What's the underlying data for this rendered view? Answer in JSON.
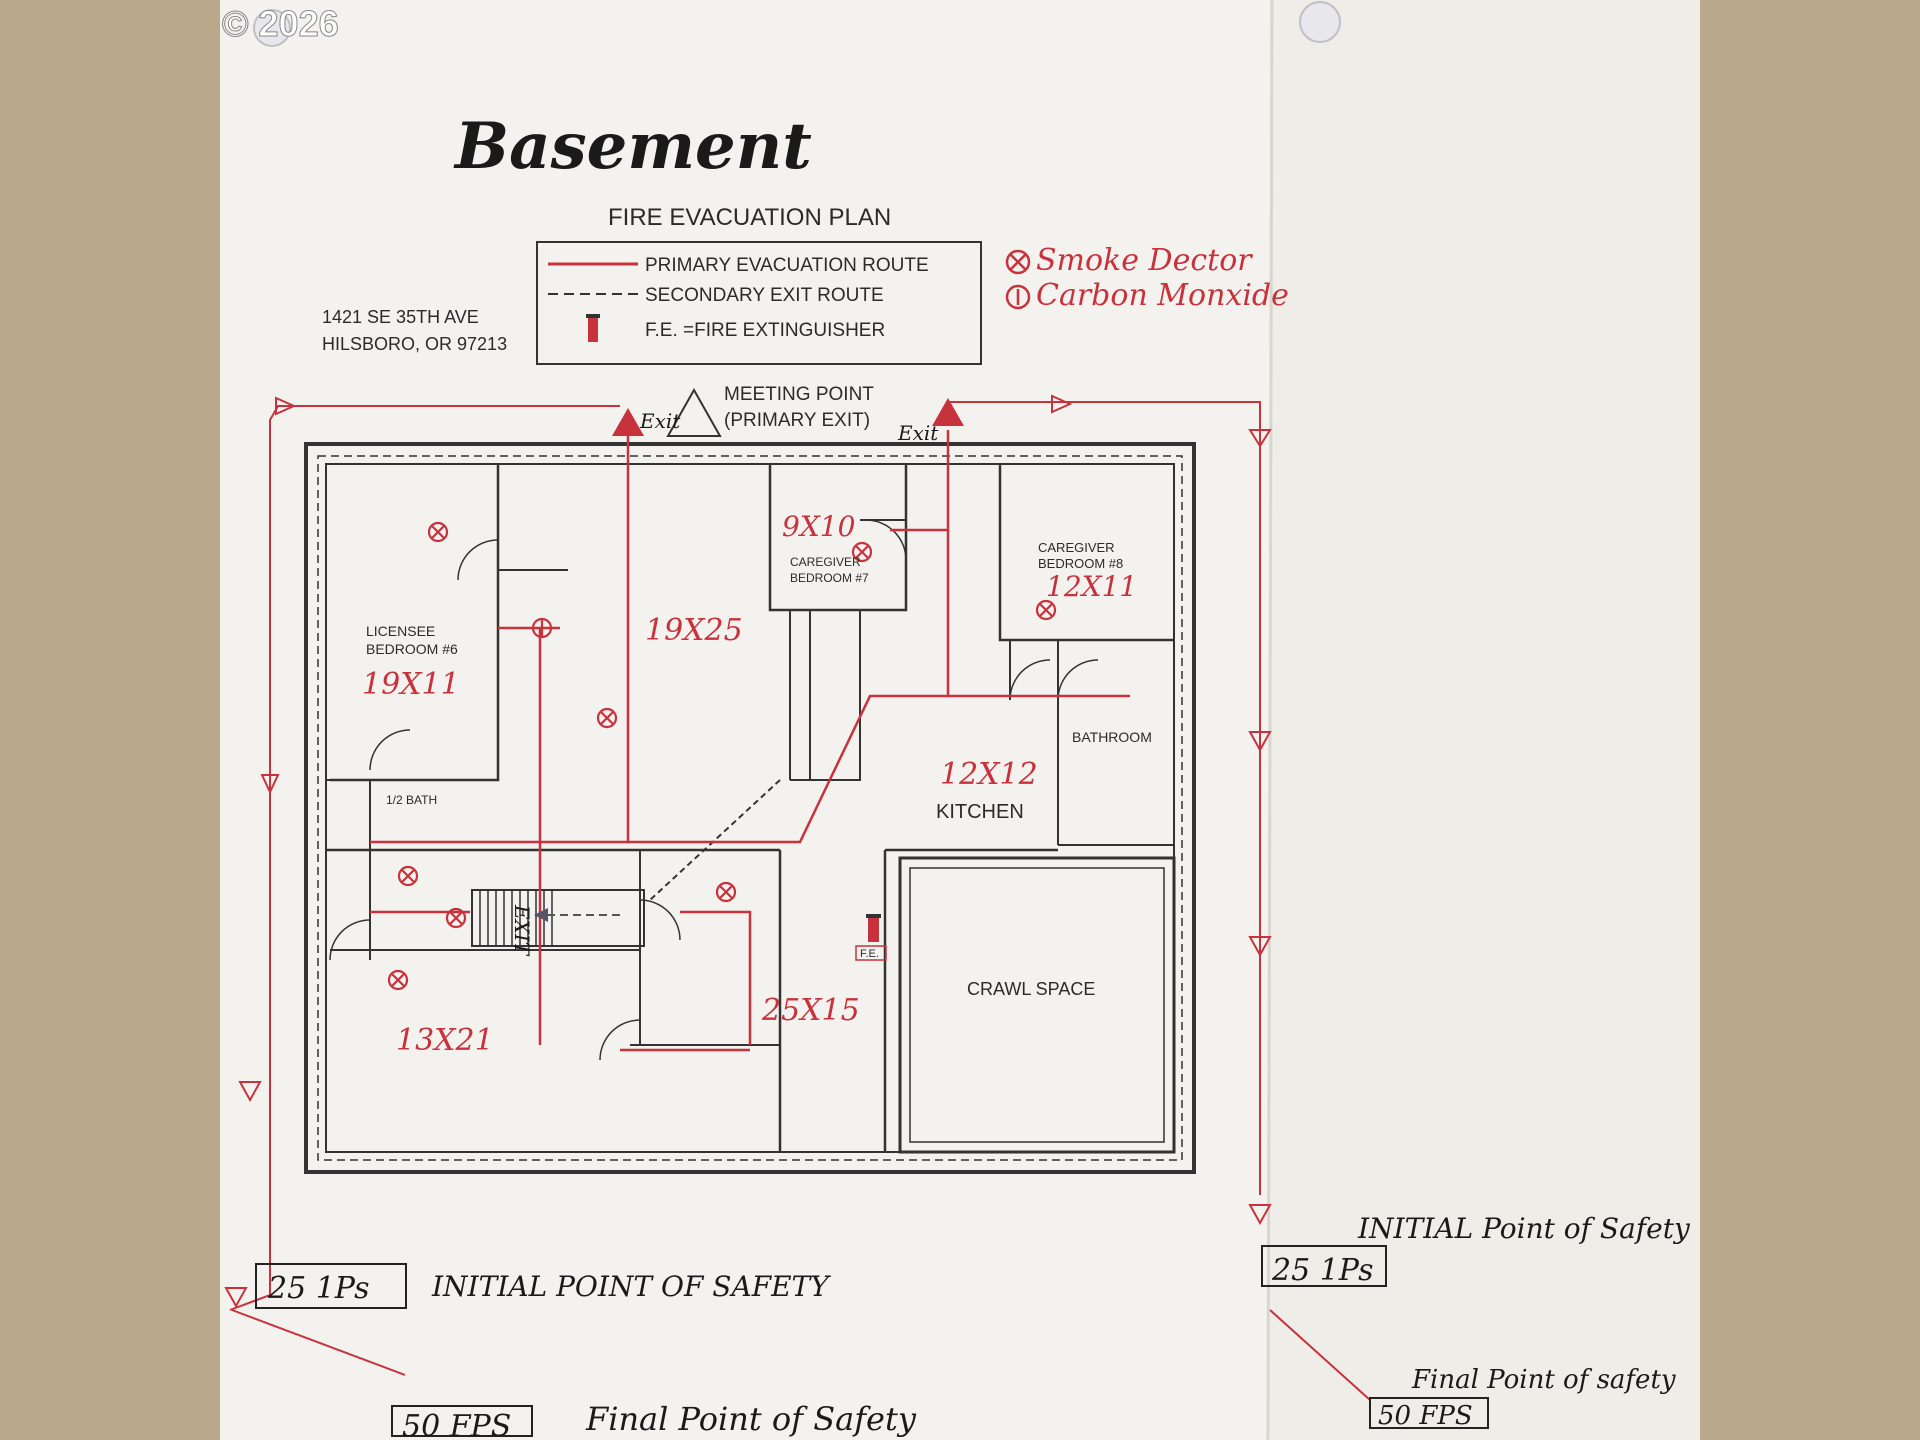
{
  "watermark": "© 2026",
  "title": "Basement",
  "plan_title": "FIRE EVACUATION PLAN",
  "legend": {
    "primary": "PRIMARY EVACUATION ROUTE",
    "secondary": "SECONDARY EXIT ROUTE",
    "extinguisher": "F.E.  =FIRE EXTINGUISHER"
  },
  "handwritten_legend": {
    "smoke": "Smoke Dector",
    "co": "Carbon Monxide"
  },
  "address": {
    "line1": "1421 SE 35TH AVE",
    "line2": "HILSBORO, OR 97213"
  },
  "meeting_point": {
    "line1": "MEETING POINT",
    "line2": "(PRIMARY EXIT)"
  },
  "exits": [
    "Exit",
    "Exit",
    "EXIT"
  ],
  "rooms": {
    "bedroom6_line1": "LICENSEE",
    "bedroom6_line2": "BEDROOM #6",
    "bedroom6_size": "19X11",
    "family_size": "19X25",
    "bedroom7_size": "9X10",
    "bedroom7_line1": "CAREGIVER",
    "bedroom7_line2": "BEDROOM #7",
    "bedroom8_line1": "CAREGIVER",
    "bedroom8_line2": "BEDROOM #8",
    "bedroom8_size": "12X11",
    "bathroom": "BATHROOM",
    "half_bath": "1/2 BATH",
    "kitchen_size": "12X12",
    "kitchen": "KITCHEN",
    "room_sw_size": "13X21",
    "room_mid_size": "25X15",
    "fe_label": "F.E.",
    "crawl": "CRAWL SPACE"
  },
  "safety": {
    "left_initial_box": "25  1Ps",
    "left_initial_text": "INITIAL POINT OF SAFETY",
    "left_final_box": "50 FPS",
    "left_final_text": "Final Point of Safety",
    "right_initial_text": "INITIAL Point of Safety",
    "right_initial_box": "25 1Ps",
    "right_final_text": "Final Point of safety",
    "right_final_box": "50 FPS"
  },
  "colors": {
    "route": "#c8323c",
    "ink": "#1a1a1a",
    "paper": "#f3f2ee"
  }
}
